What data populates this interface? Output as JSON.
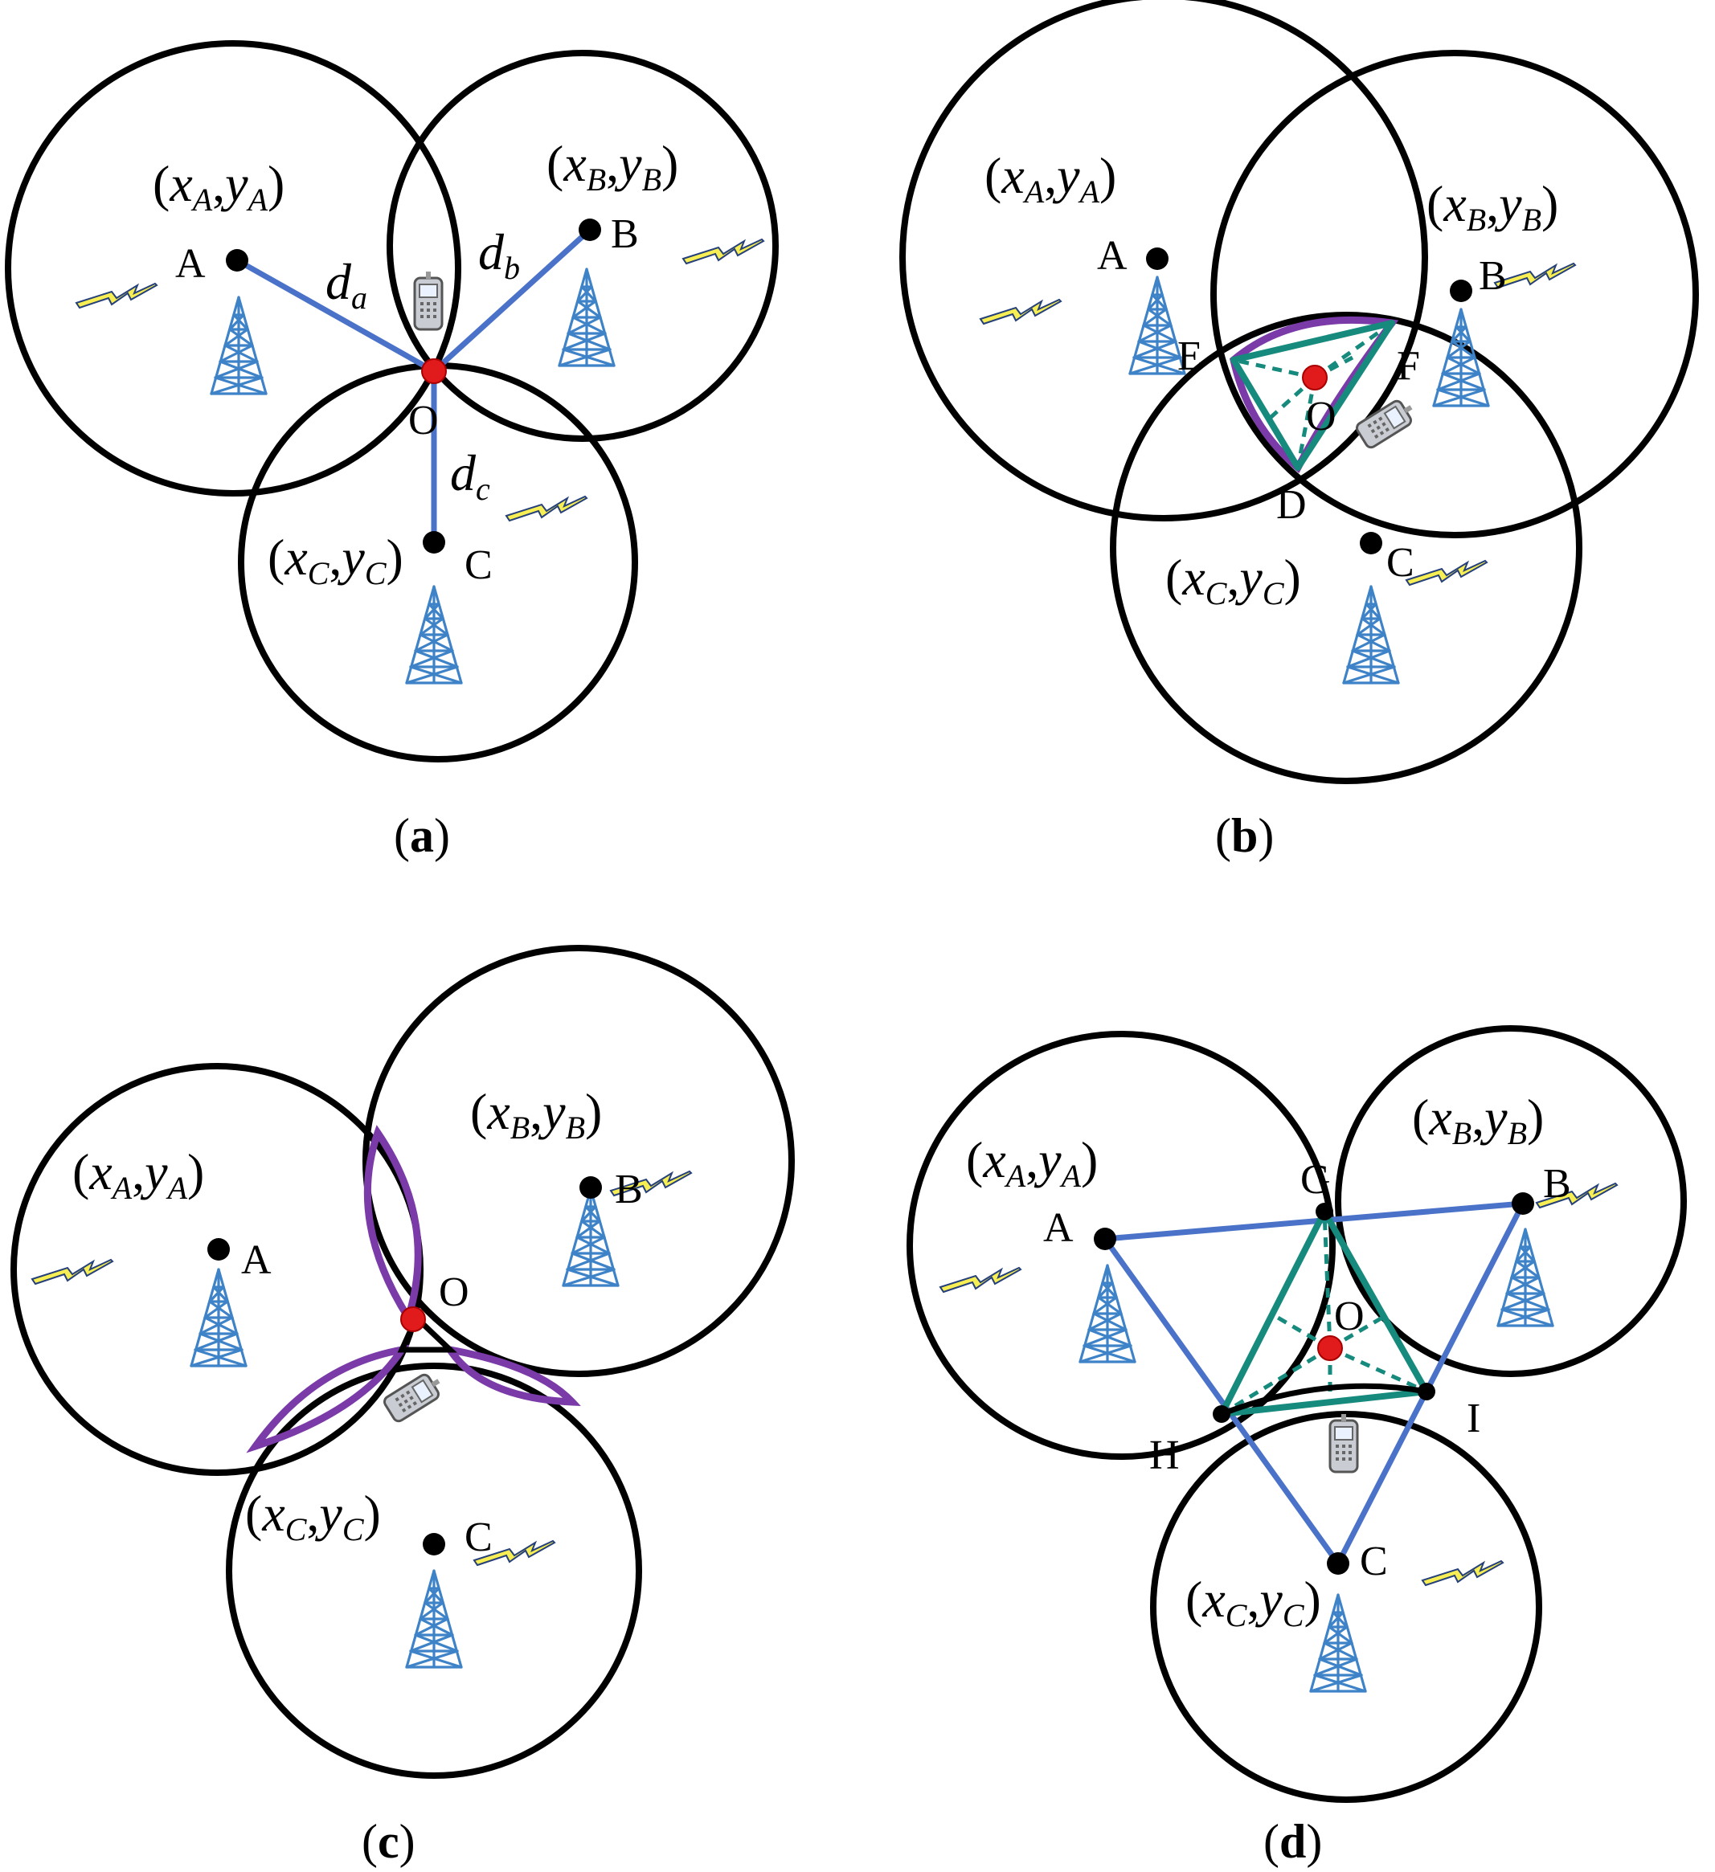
{
  "panels": [
    {
      "caption": "a",
      "labels": {
        "A": "A",
        "B": "B",
        "C": "C",
        "O": "O"
      },
      "coords": {
        "A": {
          "x": "x",
          "xs": "A",
          "y": "y",
          "ys": "A"
        },
        "B": {
          "x": "x",
          "xs": "B",
          "y": "y",
          "ys": "B"
        },
        "C": {
          "x": "x",
          "xs": "C",
          "y": "y",
          "ys": "C"
        }
      },
      "distances": {
        "a": {
          "d": "d",
          "s": "a"
        },
        "b": {
          "d": "d",
          "s": "b"
        },
        "c": {
          "d": "d",
          "s": "c"
        }
      }
    },
    {
      "caption": "b",
      "labels": {
        "A": "A",
        "B": "B",
        "C": "C",
        "O": "O",
        "D": "D",
        "E": "E",
        "F": "F"
      },
      "coords": {
        "A": {
          "x": "x",
          "xs": "A",
          "y": "y",
          "ys": "A"
        },
        "B": {
          "x": "x",
          "xs": "B",
          "y": "y",
          "ys": "B"
        },
        "C": {
          "x": "x",
          "xs": "C",
          "y": "y",
          "ys": "C"
        }
      }
    },
    {
      "caption": "c",
      "labels": {
        "A": "A",
        "B": "B",
        "C": "C",
        "O": "O"
      },
      "coords": {
        "A": {
          "x": "x",
          "xs": "A",
          "y": "y",
          "ys": "A"
        },
        "B": {
          "x": "x",
          "xs": "B",
          "y": "y",
          "ys": "B"
        },
        "C": {
          "x": "x",
          "xs": "C",
          "y": "y",
          "ys": "C"
        }
      }
    },
    {
      "caption": "d",
      "labels": {
        "A": "A",
        "B": "B",
        "C": "C",
        "O": "O",
        "G": "G",
        "H": "H",
        "I": "I"
      },
      "coords": {
        "A": {
          "x": "x",
          "xs": "A",
          "y": "y",
          "ys": "A"
        },
        "B": {
          "x": "x",
          "xs": "B",
          "y": "y",
          "ys": "B"
        },
        "C": {
          "x": "x",
          "xs": "C",
          "y": "y",
          "ys": "C"
        }
      }
    }
  ],
  "colors": {
    "range_circle": "#000000",
    "distance_line": "#4a72c8",
    "estimate_region": "#178a7e",
    "overlap_arc": "#7a3aa8",
    "estimated_position": "#e11b1b",
    "tower": "#3e82c7"
  },
  "icons": [
    "cell-tower-icon",
    "signal-bolt-icon",
    "mobile-phone-icon"
  ]
}
